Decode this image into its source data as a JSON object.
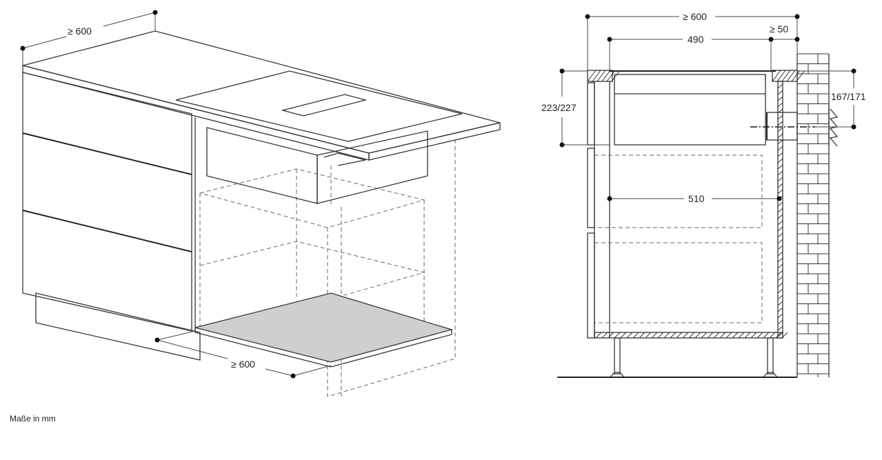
{
  "left_view": {
    "depth_label": "≥ 600",
    "floor_depth_label": "≥ 600"
  },
  "section_view": {
    "overall_depth_label": "≥ 600",
    "cutout_label": "490",
    "wall_gap_label": "≥ 50",
    "height_label": "223/227",
    "duct_height_label": "167/171",
    "inner_depth_label": "510"
  },
  "footer": {
    "units_note": "Maße in mm"
  }
}
